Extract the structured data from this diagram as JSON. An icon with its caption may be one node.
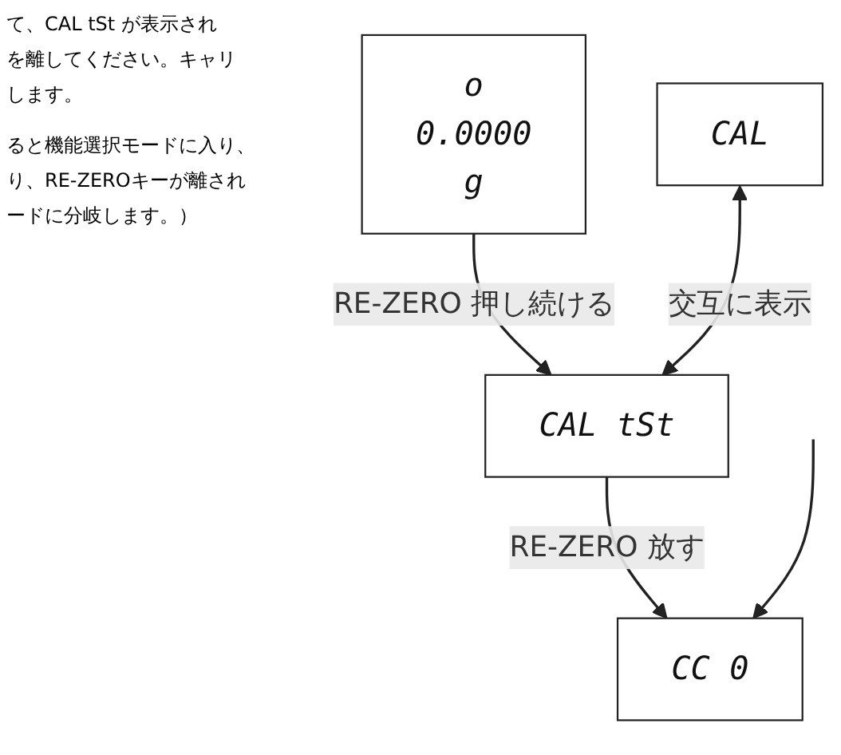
{
  "diagram": {
    "nodes": [
      {
        "text": [
          "o",
          "0.0000",
          "g"
        ]
      },
      {
        "text": [
          "CAL"
        ]
      },
      {
        "text": [
          "CAL tSt"
        ]
      },
      {
        "text": [
          "CC 0"
        ]
      }
    ],
    "edges": [
      {
        "from": 0,
        "to": 2,
        "arrow": "to",
        "label": "RE-ZERO 押し続ける"
      },
      {
        "from": 1,
        "to": 2,
        "arrow": "both",
        "label": "交互に表示"
      },
      {
        "from": 2,
        "to": 3,
        "arrow": "to",
        "label": "RE-ZERO 放す"
      },
      {
        "from": null,
        "to": 3,
        "arrow": "to"
      }
    ],
    "labels": [
      "て、CAL tSt が表示され",
      "を離してください。キャリ",
      "します。",
      "ると機能選択モードに入り、",
      "り、RE-ZEROキーが離され",
      "ードに分岐します。）"
    ]
  }
}
